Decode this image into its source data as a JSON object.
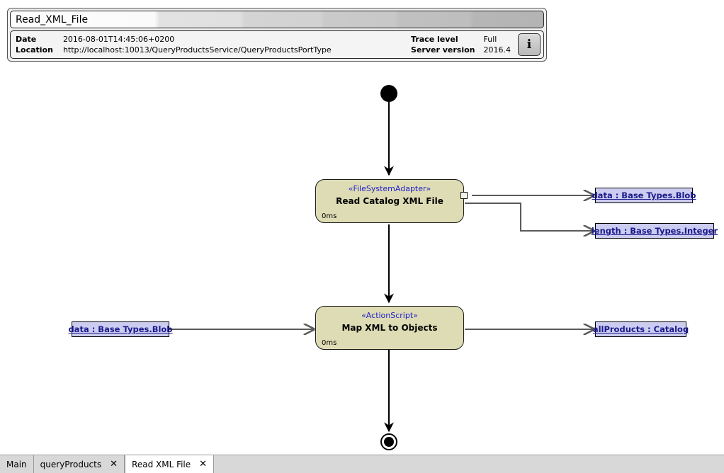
{
  "trace": {
    "title": "Read_XML_File",
    "fields_left": [
      {
        "key": "Date",
        "value": "2016-08-01T14:45:06+0200"
      },
      {
        "key": "Location",
        "value": "http://localhost:10013/QueryProductsService/QueryProductsPortType"
      }
    ],
    "fields_right": [
      {
        "key": "Trace level",
        "value": "Full"
      },
      {
        "key": "Server version",
        "value": "2016.4"
      }
    ],
    "info_button_label": "i"
  },
  "diagram": {
    "nodes": [
      {
        "id": "read-catalog-xml-file",
        "stereotype": "«FileSystemAdapter»",
        "label": "Read Catalog XML File",
        "duration": "0ms"
      },
      {
        "id": "map-xml-to-objects",
        "stereotype": "«ActionScript»",
        "label": "Map XML to Objects",
        "duration": "0ms"
      }
    ],
    "objects": [
      {
        "id": "out-data-blob",
        "label": "data : Base Types.Blob"
      },
      {
        "id": "out-length-integer",
        "label": "length : Base Types.Integer"
      },
      {
        "id": "in-data-blob",
        "label": "data : Base Types.Blob"
      },
      {
        "id": "out-allproducts-catalog",
        "label": "allProducts : Catalog"
      }
    ]
  },
  "tabs": [
    {
      "label": "Main",
      "closable": false,
      "active": false
    },
    {
      "label": "queryProducts",
      "closable": true,
      "active": false,
      "close_label": "✕"
    },
    {
      "label": "Read XML File",
      "closable": true,
      "active": true,
      "close_label": "✕"
    }
  ],
  "colors": {
    "node_fill": "#dedcb4",
    "object_fill": "#ccccf0",
    "object_text": "#1a1a8c",
    "stereotype_text": "#2222cc",
    "connector": "#5a5a5a"
  }
}
